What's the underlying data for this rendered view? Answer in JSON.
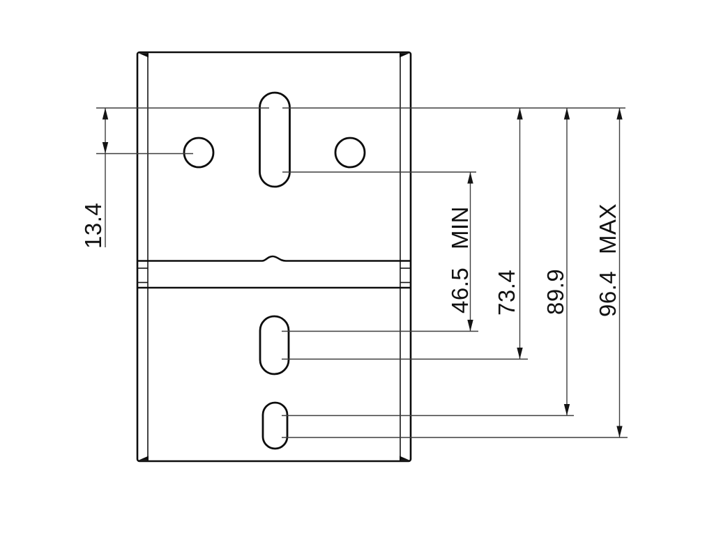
{
  "page": {
    "background_color": "#ffffff",
    "line_color": "#0d0d0d",
    "dimension_line_color": "#3d3d3d"
  },
  "drawing": {
    "kind": "mechanical-dimension-drawing",
    "view": "mounting-bracket-front-view",
    "features": {
      "top_slot": "vertical-slot",
      "left_hole": "round-hole",
      "right_hole": "round-hole",
      "middle_slot": "vertical-slot",
      "bottom_slot": "vertical-slot",
      "fold_band": "horizontal-bend-band-with-notch"
    },
    "dimensions": {
      "hole_offset": {
        "value": "13.4",
        "qualifier": ""
      },
      "min_span": {
        "value": "46.5",
        "qualifier": "MIN"
      },
      "mid_span": {
        "value": "73.4",
        "qualifier": ""
      },
      "lower_span": {
        "value": "89.9",
        "qualifier": ""
      },
      "max_span": {
        "value": "96.4",
        "qualifier": "MAX"
      }
    }
  }
}
